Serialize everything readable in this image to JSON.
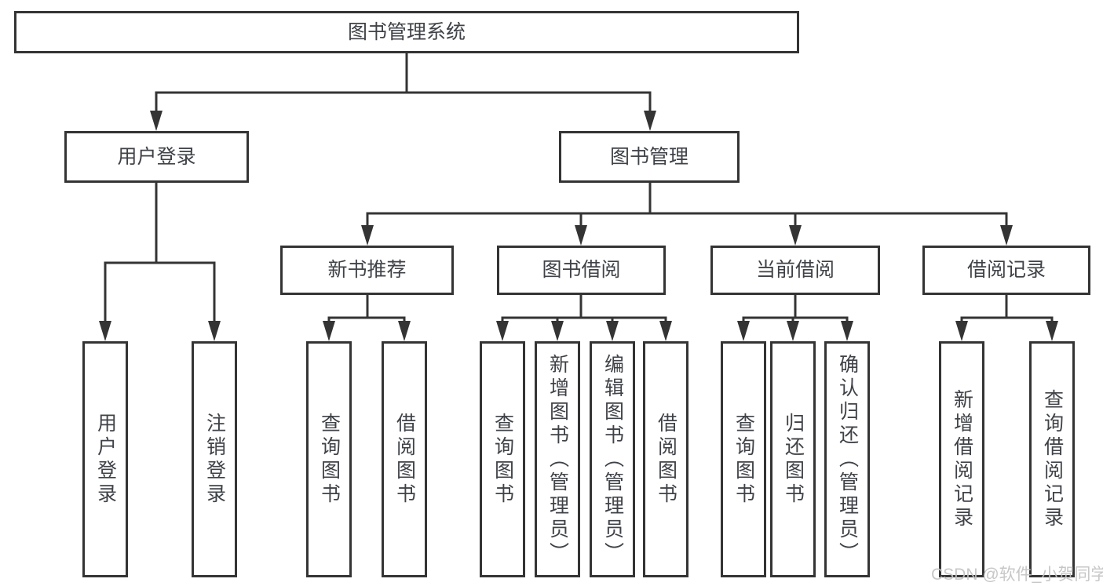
{
  "tree": {
    "root": "图书管理系统",
    "children": [
      {
        "label": "用户登录",
        "children": [
          {
            "label": "用户登录"
          },
          {
            "label": "注销登录"
          }
        ]
      },
      {
        "label": "图书管理",
        "children": [
          {
            "label": "新书推荐",
            "children": [
              {
                "label": "查询图书"
              },
              {
                "label": "借阅图书"
              }
            ]
          },
          {
            "label": "图书借阅",
            "children": [
              {
                "label": "查询图书"
              },
              {
                "label": "新增图书（管理员）"
              },
              {
                "label": "编辑图书（管理员）"
              },
              {
                "label": "借阅图书"
              }
            ]
          },
          {
            "label": "当前借阅",
            "children": [
              {
                "label": "查询图书"
              },
              {
                "label": "归还图书"
              },
              {
                "label": "确认归还（管理员）"
              }
            ]
          },
          {
            "label": "借阅记录",
            "children": [
              {
                "label": "新增借阅记录"
              },
              {
                "label": "查询借阅记录"
              }
            ]
          }
        ]
      }
    ]
  },
  "watermark": {
    "text": "CSDN @软件_小贺同学"
  },
  "colors": {
    "line": "#343434",
    "text": "#3f4247",
    "box_bg": "#ffffff",
    "watermark": "#c3c3c3",
    "page_bg": "#ffffff"
  }
}
